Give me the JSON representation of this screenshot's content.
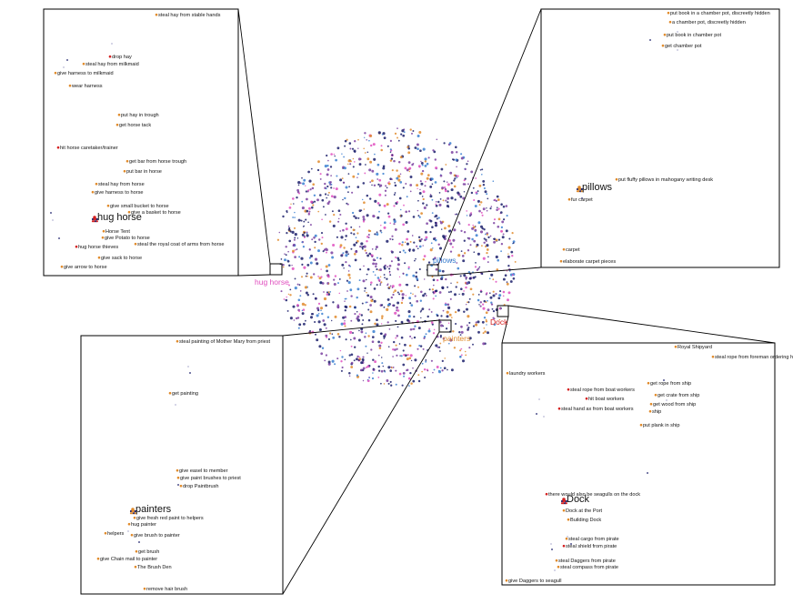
{
  "chart_data": {
    "type": "scatter",
    "title": "",
    "xlabel": "",
    "ylabel": "",
    "grid": false,
    "colors": {
      "navy": "#1b1f6b",
      "purple": "#7a3fa0",
      "pink": "#e04fbf",
      "orange": "#e08a2a",
      "blue": "#3a7fd0",
      "red": "#d42020"
    },
    "clusters": [
      {
        "id": "hug-horse",
        "label": "hug horse",
        "color": "#e04fbf"
      },
      {
        "id": "pillows",
        "label": "pillows",
        "color": "#3a7fd0"
      },
      {
        "id": "painters",
        "label": "painters",
        "color": "#e08a2a"
      },
      {
        "id": "dock",
        "label": "Dock",
        "color": "#d42020"
      }
    ],
    "insets": [
      {
        "id": "hug-horse",
        "points": [
          {
            "label": "steal hay from stable hands",
            "color": "#e08a2a"
          },
          {
            "label": "drop hay",
            "color": "#d42020"
          },
          {
            "label": "steal hay from milkmaid",
            "color": "#e08a2a"
          },
          {
            "label": "give harness to milkmaid",
            "color": "#e08a2a"
          },
          {
            "label": "wear harness",
            "color": "#e08a2a"
          },
          {
            "label": "put hay in trough",
            "color": "#e08a2a"
          },
          {
            "label": "get horse tack",
            "color": "#e08a2a"
          },
          {
            "label": "hit horse caretaker/trainer",
            "color": "#d42020"
          },
          {
            "label": "get bar from horse trough",
            "color": "#e08a2a"
          },
          {
            "label": "put bar in horse",
            "color": "#e08a2a"
          },
          {
            "label": "steal hay from horse",
            "color": "#e08a2a"
          },
          {
            "label": "give harness to horse",
            "color": "#e08a2a"
          },
          {
            "label": "give small bucket to horse",
            "color": "#e08a2a"
          },
          {
            "label": "give a basket to horse",
            "color": "#e08a2a"
          },
          {
            "label": "hug horse",
            "color": "#d42020",
            "main": true
          },
          {
            "label": "Horse Tent",
            "color": "#e08a2a"
          },
          {
            "label": "give Potato to horse",
            "color": "#e08a2a"
          },
          {
            "label": "steal the royal coat of arms from horse",
            "color": "#e08a2a"
          },
          {
            "label": "hug horse thieves",
            "color": "#d42020"
          },
          {
            "label": "give sack to horse",
            "color": "#e08a2a"
          },
          {
            "label": "give arrow to horse",
            "color": "#e08a2a"
          }
        ]
      },
      {
        "id": "pillows",
        "points": [
          {
            "label": "put book in a chamber pot, discreetly hidden",
            "color": "#e08a2a"
          },
          {
            "label": "a chamber pot, discreetly hidden",
            "color": "#e08a2a"
          },
          {
            "label": "put book in chamber pot",
            "color": "#e08a2a"
          },
          {
            "label": "get chamber pot",
            "color": "#e08a2a"
          },
          {
            "label": "put fluffy pillows in mahogany writing desk",
            "color": "#e08a2a"
          },
          {
            "label": "pillows",
            "color": "#e08a2a",
            "main": true
          },
          {
            "label": "fur carpet",
            "color": "#e08a2a"
          },
          {
            "label": "carpet",
            "color": "#e08a2a"
          },
          {
            "label": "elaborate carpet pieces",
            "color": "#e08a2a"
          }
        ]
      },
      {
        "id": "painters",
        "points": [
          {
            "label": "steal painting of Mother Mary from priest",
            "color": "#e08a2a"
          },
          {
            "label": "get painting",
            "color": "#e08a2a"
          },
          {
            "label": "give easel to member",
            "color": "#e08a2a"
          },
          {
            "label": "give paint brushes to priest",
            "color": "#e08a2a"
          },
          {
            "label": "drop Paintbrush",
            "color": "#e08a2a"
          },
          {
            "label": "painters",
            "color": "#e08a2a",
            "main": true
          },
          {
            "label": "give fresh red paint to helpers",
            "color": "#e08a2a"
          },
          {
            "label": "hug painter",
            "color": "#e08a2a"
          },
          {
            "label": "helpers",
            "color": "#e08a2a"
          },
          {
            "label": "give brush to painter",
            "color": "#e08a2a"
          },
          {
            "label": "get brush",
            "color": "#e08a2a"
          },
          {
            "label": "give Chain mail to painter",
            "color": "#e08a2a"
          },
          {
            "label": "The Brush Den",
            "color": "#e08a2a"
          },
          {
            "label": "remove hair brush",
            "color": "#e08a2a"
          }
        ]
      },
      {
        "id": "dock",
        "points": [
          {
            "label": "Royal Shipyard",
            "color": "#e08a2a"
          },
          {
            "label": "steal rope from foreman ordering his workers",
            "color": "#e08a2a"
          },
          {
            "label": "laundry workers",
            "color": "#e08a2a"
          },
          {
            "label": "steal rope from boat workers",
            "color": "#d42020"
          },
          {
            "label": "get rope from ship",
            "color": "#e08a2a"
          },
          {
            "label": "hit boat workers",
            "color": "#d42020"
          },
          {
            "label": "get crate from ship",
            "color": "#e08a2a"
          },
          {
            "label": "get wood from ship",
            "color": "#e08a2a"
          },
          {
            "label": "steal hand ax from boat workers",
            "color": "#d42020"
          },
          {
            "label": "ship",
            "color": "#e08a2a"
          },
          {
            "label": "put plank in ship",
            "color": "#e08a2a"
          },
          {
            "label": "there would also be seagulls on the dock",
            "color": "#d42020"
          },
          {
            "label": "Dock",
            "color": "#d42020",
            "main": true
          },
          {
            "label": "Dock at the Port",
            "color": "#e08a2a"
          },
          {
            "label": "Building Dock",
            "color": "#e08a2a"
          },
          {
            "label": "steal cargo from pirate",
            "color": "#e08a2a"
          },
          {
            "label": "steal shield from pirate",
            "color": "#d42020"
          },
          {
            "label": "steal Daggers from pirate",
            "color": "#e08a2a"
          },
          {
            "label": "steal compass from pirate",
            "color": "#e08a2a"
          },
          {
            "label": "give Daggers to seagull",
            "color": "#e08a2a"
          }
        ]
      }
    ]
  }
}
